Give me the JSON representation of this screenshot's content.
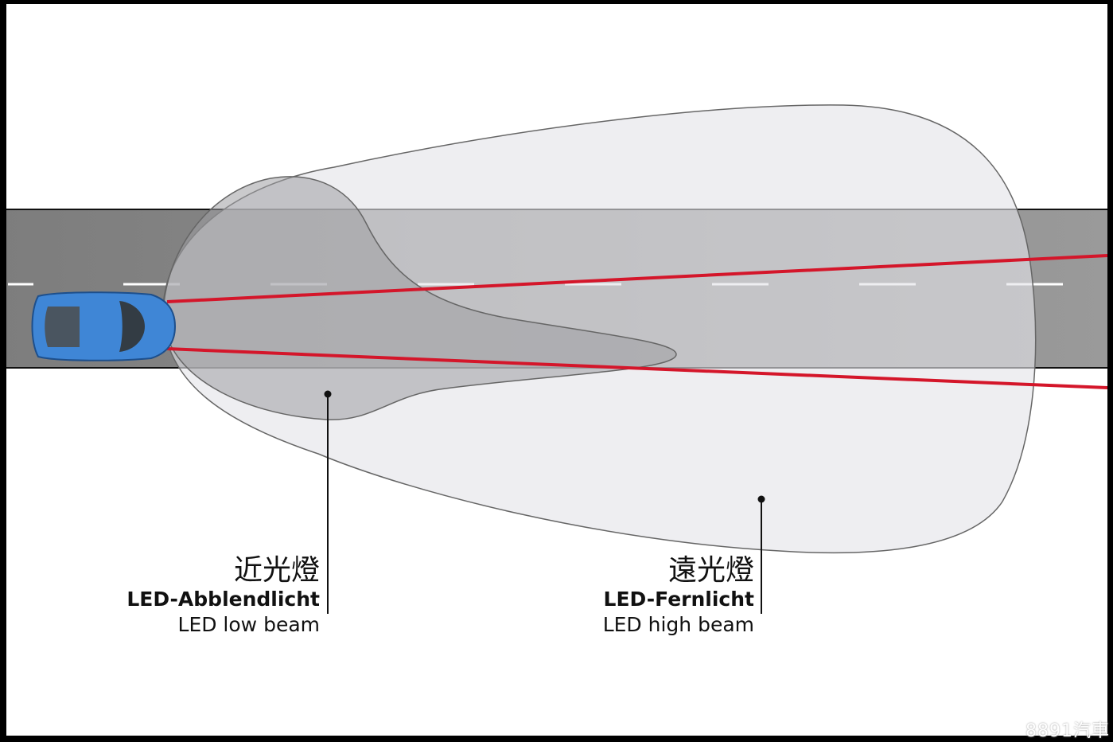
{
  "labels": {
    "low_beam": {
      "chinese": "近光燈",
      "german": "LED-Abblendlicht",
      "english": "LED low beam"
    },
    "high_beam": {
      "chinese": "遠光燈",
      "german": "LED-Fernlicht",
      "english": "LED high beam"
    }
  },
  "watermark": "8891汽車",
  "colors": {
    "road": "#8c8c8c",
    "beam_line": "#d4162a",
    "car": "#3f86d6",
    "high_beam_fill": "#e6e6ea",
    "low_beam_fill": "#a9a9ad"
  }
}
